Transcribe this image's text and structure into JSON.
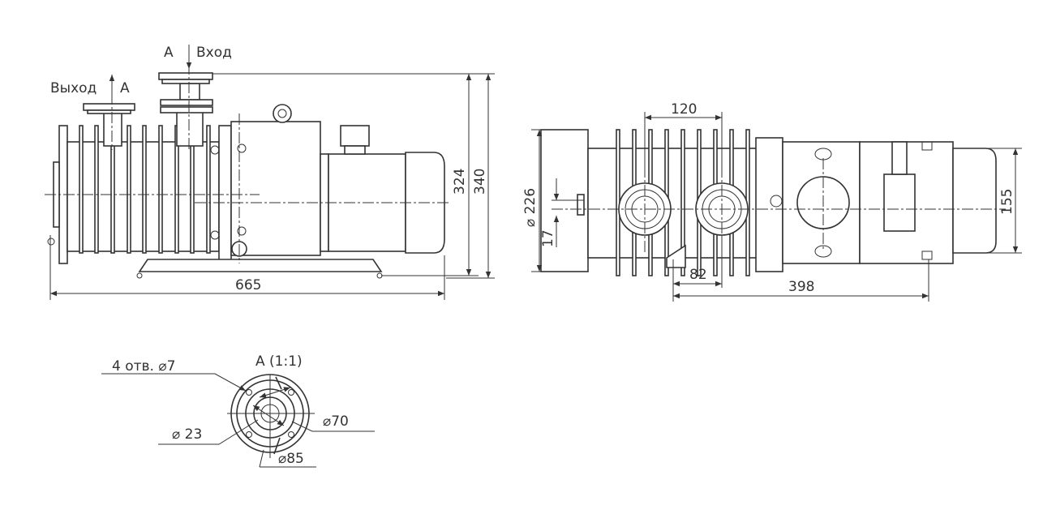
{
  "side_view": {
    "outlet_label": "Выход",
    "outlet_section": "A",
    "inlet_label": "Вход",
    "inlet_section": "A",
    "dim_length": "665",
    "dim_height_1": "324",
    "dim_height_2": "340"
  },
  "front_view": {
    "dim_port_spacing": "120",
    "dim_diameter": "⌀ 226",
    "dim_offset": "17",
    "dim_height": "155",
    "dim_foot": "82",
    "dim_length": "398"
  },
  "detail_a": {
    "title": "A  (1:1)",
    "holes": "4 отв.  ⌀7",
    "d_inner": "⌀ 23",
    "d_bolt": "⌀70",
    "d_outer": "⌀85"
  }
}
